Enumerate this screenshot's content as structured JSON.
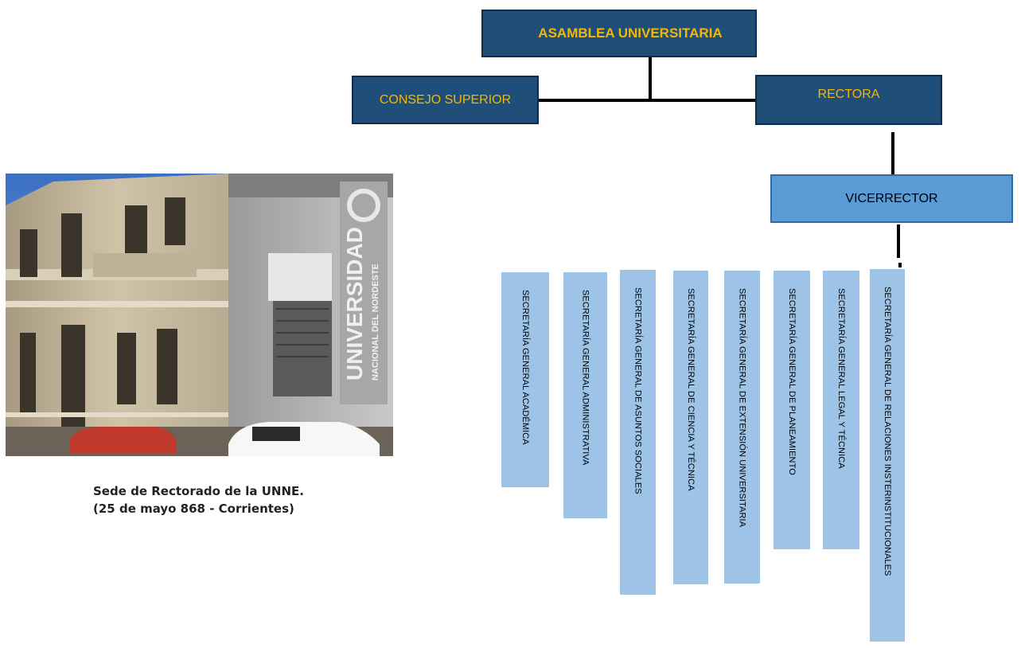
{
  "org_chart": {
    "asamblea": "ASAMBLEA UNIVERSITARIA",
    "consejo": "CONSEJO SUPERIOR",
    "rectora": "RECTORA",
    "vicerrector": "VICERRECTOR",
    "secretarias": [
      "SECRETARÍA GENERAL ACADÉMICA",
      "SECRETARÍA GENERAL ADMINISTRATIVA",
      "SECRETARÍA GENERAL DE ASUNTOS SOCIALES",
      "SECRETARÍA GENERAL DE CIENCIA Y TÉCNICA",
      "SECRETARÍA GENERAL DE EXTENSIÓN UNIVERSITARIA",
      "SECRETARÍA GENERAL DE PLANEAMIENTO",
      "SECRETARÍA GENERAL LEGAL Y TÉCNICA",
      "SECRETARÍA GENERAL DE RELACIONES INSTERINSTITUCIONALES"
    ]
  },
  "photo": {
    "sign_line1": "UNIVERSIDAD",
    "sign_line2": "NACIONAL DEL NORDESTE"
  },
  "caption": {
    "line1": "Sede de Rectorado de la UNNE.",
    "line2": "(25 de mayo 868 - Corrientes)"
  },
  "colors": {
    "dark_box": "#1f4e79",
    "dark_text": "#f2b705",
    "light_box": "#5b9bd5",
    "secretaria_box": "#9dc3e6"
  }
}
